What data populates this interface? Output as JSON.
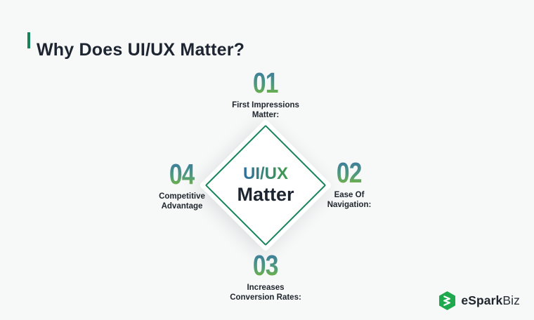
{
  "header": {
    "title": "Why Does UI/UX Matter?"
  },
  "diamond": {
    "line1": "UI/UX",
    "line2": "Matter"
  },
  "items": [
    {
      "number": "01",
      "line1": "First Impressions",
      "line2": "Matter:"
    },
    {
      "number": "02",
      "line1": "Ease Of",
      "line2": "Navigation:"
    },
    {
      "number": "03",
      "line1": "Increases",
      "line2": "Conversion Rates:"
    },
    {
      "number": "04",
      "line1": "Competitive",
      "line2": "Advantage"
    }
  ],
  "logo": {
    "name": "eSparkBiz",
    "text_bold": "eSpark",
    "text_light": "Biz",
    "icon": "esparkbiz-hexagon-icon"
  },
  "colors": {
    "background": "#f7f8f8",
    "title_text": "#1d2531",
    "accent_green": "#16845a",
    "number_gradient_top": "#3b7aa1",
    "number_gradient_bottom": "#7ab838",
    "uiux_gradient_left": "#2f6f9e",
    "uiux_gradient_right": "#3f9b4b",
    "label_text": "#20272e",
    "logo_green": "#1fa94e"
  }
}
